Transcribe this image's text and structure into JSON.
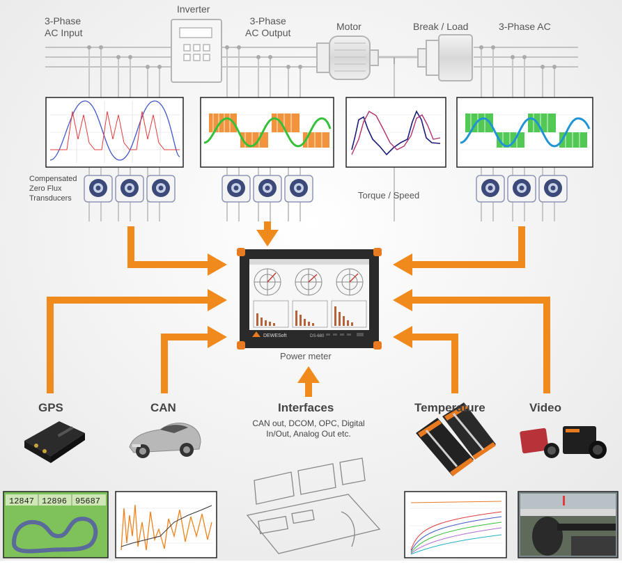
{
  "labels": {
    "ac_input": [
      "3-Phase",
      "AC Input"
    ],
    "inverter": "Inverter",
    "ac_output": [
      "3-Phase",
      "AC Output"
    ],
    "motor": "Motor",
    "break_load": "Break / Load",
    "ac_out": "3-Phase AC",
    "transducers": [
      "Compensated",
      "Zero Flux",
      "Transducers"
    ],
    "torque_speed": "Torque / Speed",
    "power_meter": "Power meter",
    "gps": "GPS",
    "can": "CAN",
    "interfaces": "Interfaces",
    "interfaces_desc": [
      "CAN out, DCOM, OPC, Digital",
      "In/Out, Analog Out etc."
    ],
    "temperature": "Temperature",
    "video": "Video"
  },
  "device": {
    "brand": "DEWESoft",
    "model": "DS-680"
  },
  "gps_readout": [
    "12847",
    "12896",
    "95687"
  ],
  "colors": {
    "arrow": "#f08a1c",
    "line": "#bdbdbd",
    "label": "#555555",
    "wave_red": "#e23b3b",
    "wave_blue": "#3f57c9",
    "wave_green": "#34c038",
    "wave_orange": "#f0821c"
  }
}
